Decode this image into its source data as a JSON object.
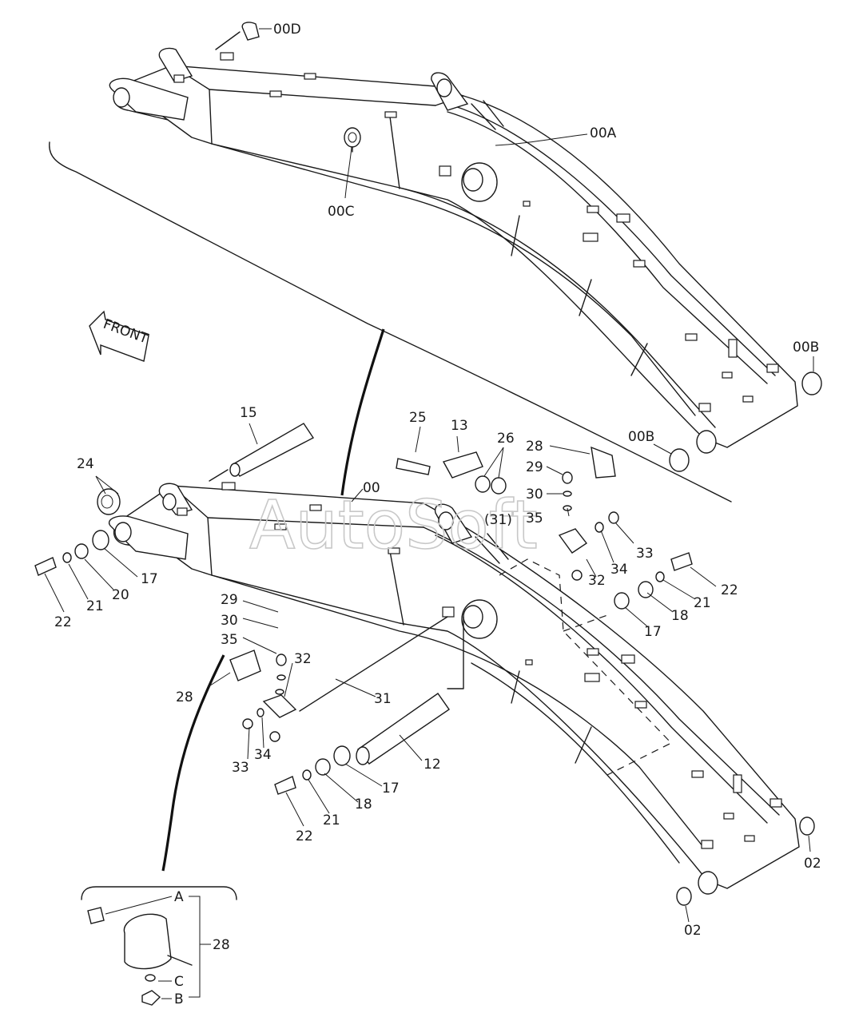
{
  "watermark": "AutoSoft",
  "front_arrow": {
    "label": "FRONT"
  },
  "callouts": {
    "top": [
      "00D",
      "00A",
      "00C",
      "00B",
      "00B"
    ],
    "main": [
      "15",
      "24",
      "00",
      "25",
      "13",
      "26",
      "28",
      "29",
      "30",
      "(31)",
      "35",
      "33",
      "34",
      "32",
      "22",
      "21",
      "18",
      "17",
      "17",
      "20",
      "21",
      "22",
      "29",
      "30",
      "35",
      "32",
      "28",
      "31",
      "33",
      "34",
      "12",
      "17",
      "18",
      "21",
      "22",
      "02",
      "02"
    ],
    "inset": [
      "A",
      "28",
      "C",
      "B"
    ]
  }
}
